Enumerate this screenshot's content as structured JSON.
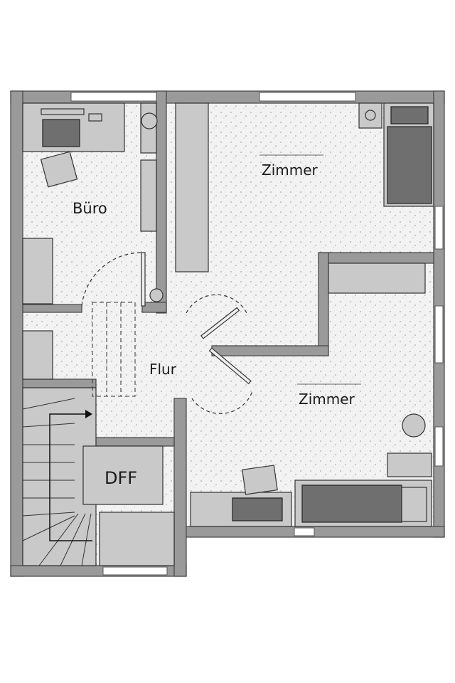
{
  "plan": {
    "rooms": {
      "office": "Büro",
      "room_top": "Zimmer",
      "room_bottom": "Zimmer",
      "hallway": "Flur",
      "skylight": "DFF"
    }
  }
}
